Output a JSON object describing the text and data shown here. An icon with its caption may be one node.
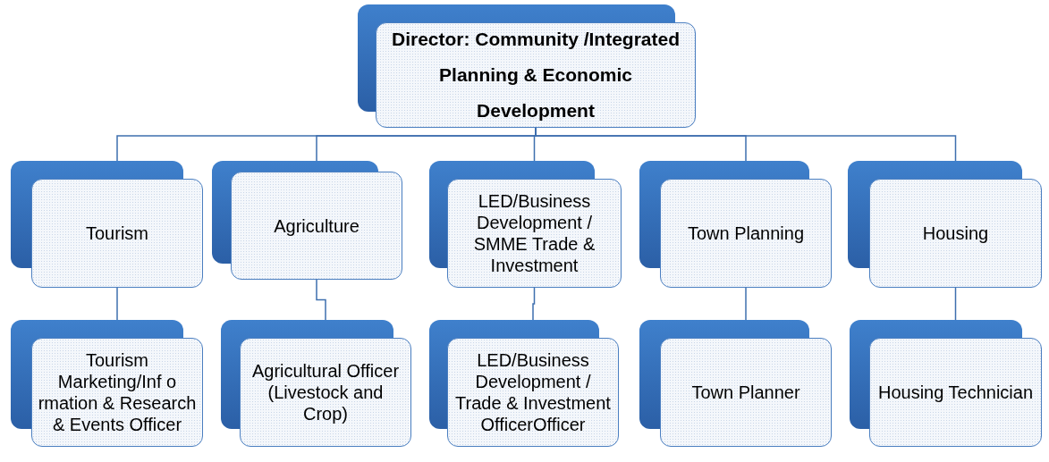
{
  "diagram": {
    "nodes": [
      {
        "text": [
          "Director: Community /Integrated Planning & Economic Development"
        ]
      },
      {
        "text": [
          "Tourism"
        ]
      },
      {
        "text": [
          "Agriculture"
        ]
      },
      {
        "text": [
          "LED/Business Development / SMME Trade & Investment"
        ]
      },
      {
        "text": [
          "Town Planning"
        ]
      },
      {
        "text": [
          "Housing"
        ]
      },
      {
        "text": [
          "Tourism Marketing/Inf o rmation & Research & Events Officer"
        ]
      },
      {
        "text": [
          "Agricultural Officer (Livestock and Crop)"
        ]
      },
      {
        "text": [
          "LED/Business Development / Trade & Investment OfficerOfficer"
        ]
      },
      {
        "text": [
          "Town Planner"
        ]
      },
      {
        "text": [
          "Housing Technician"
        ]
      }
    ],
    "edges": [
      {
        "from": 0,
        "to": 1,
        "arrow": "none"
      },
      {
        "from": 0,
        "to": 2,
        "arrow": "none"
      },
      {
        "from": 0,
        "to": 3,
        "arrow": "none"
      },
      {
        "from": 0,
        "to": 4,
        "arrow": "none"
      },
      {
        "from": 0,
        "to": 5,
        "arrow": "none"
      },
      {
        "from": 1,
        "to": 6,
        "arrow": "none"
      },
      {
        "from": 2,
        "to": 7,
        "arrow": "none"
      },
      {
        "from": 3,
        "to": 8,
        "arrow": "none"
      },
      {
        "from": 4,
        "to": 9,
        "arrow": "none"
      },
      {
        "from": 5,
        "to": 10,
        "arrow": "none"
      }
    ]
  }
}
